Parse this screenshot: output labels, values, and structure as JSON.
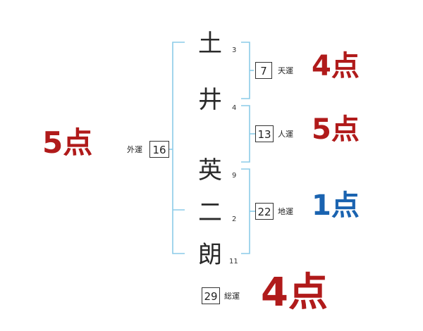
{
  "chars": [
    {
      "char": "土",
      "strokes": "3"
    },
    {
      "char": "井",
      "strokes": "4"
    },
    {
      "char": "英",
      "strokes": "9"
    },
    {
      "char": "二",
      "strokes": "2"
    },
    {
      "char": "朗",
      "strokes": "11"
    }
  ],
  "gaiun": {
    "label": "外運",
    "value": "16",
    "score": "5点"
  },
  "tenun": {
    "label": "天運",
    "value": "7",
    "score": "4点"
  },
  "jinun": {
    "label": "人運",
    "value": "13",
    "score": "5点"
  },
  "chiun": {
    "label": "地運",
    "value": "22",
    "score": "1点"
  },
  "souun": {
    "label": "総運",
    "value": "29",
    "score": "4点"
  },
  "colors": {
    "bracket": "#8ccbe8",
    "good": "#b01a1a",
    "bad": "#1a63b0"
  }
}
